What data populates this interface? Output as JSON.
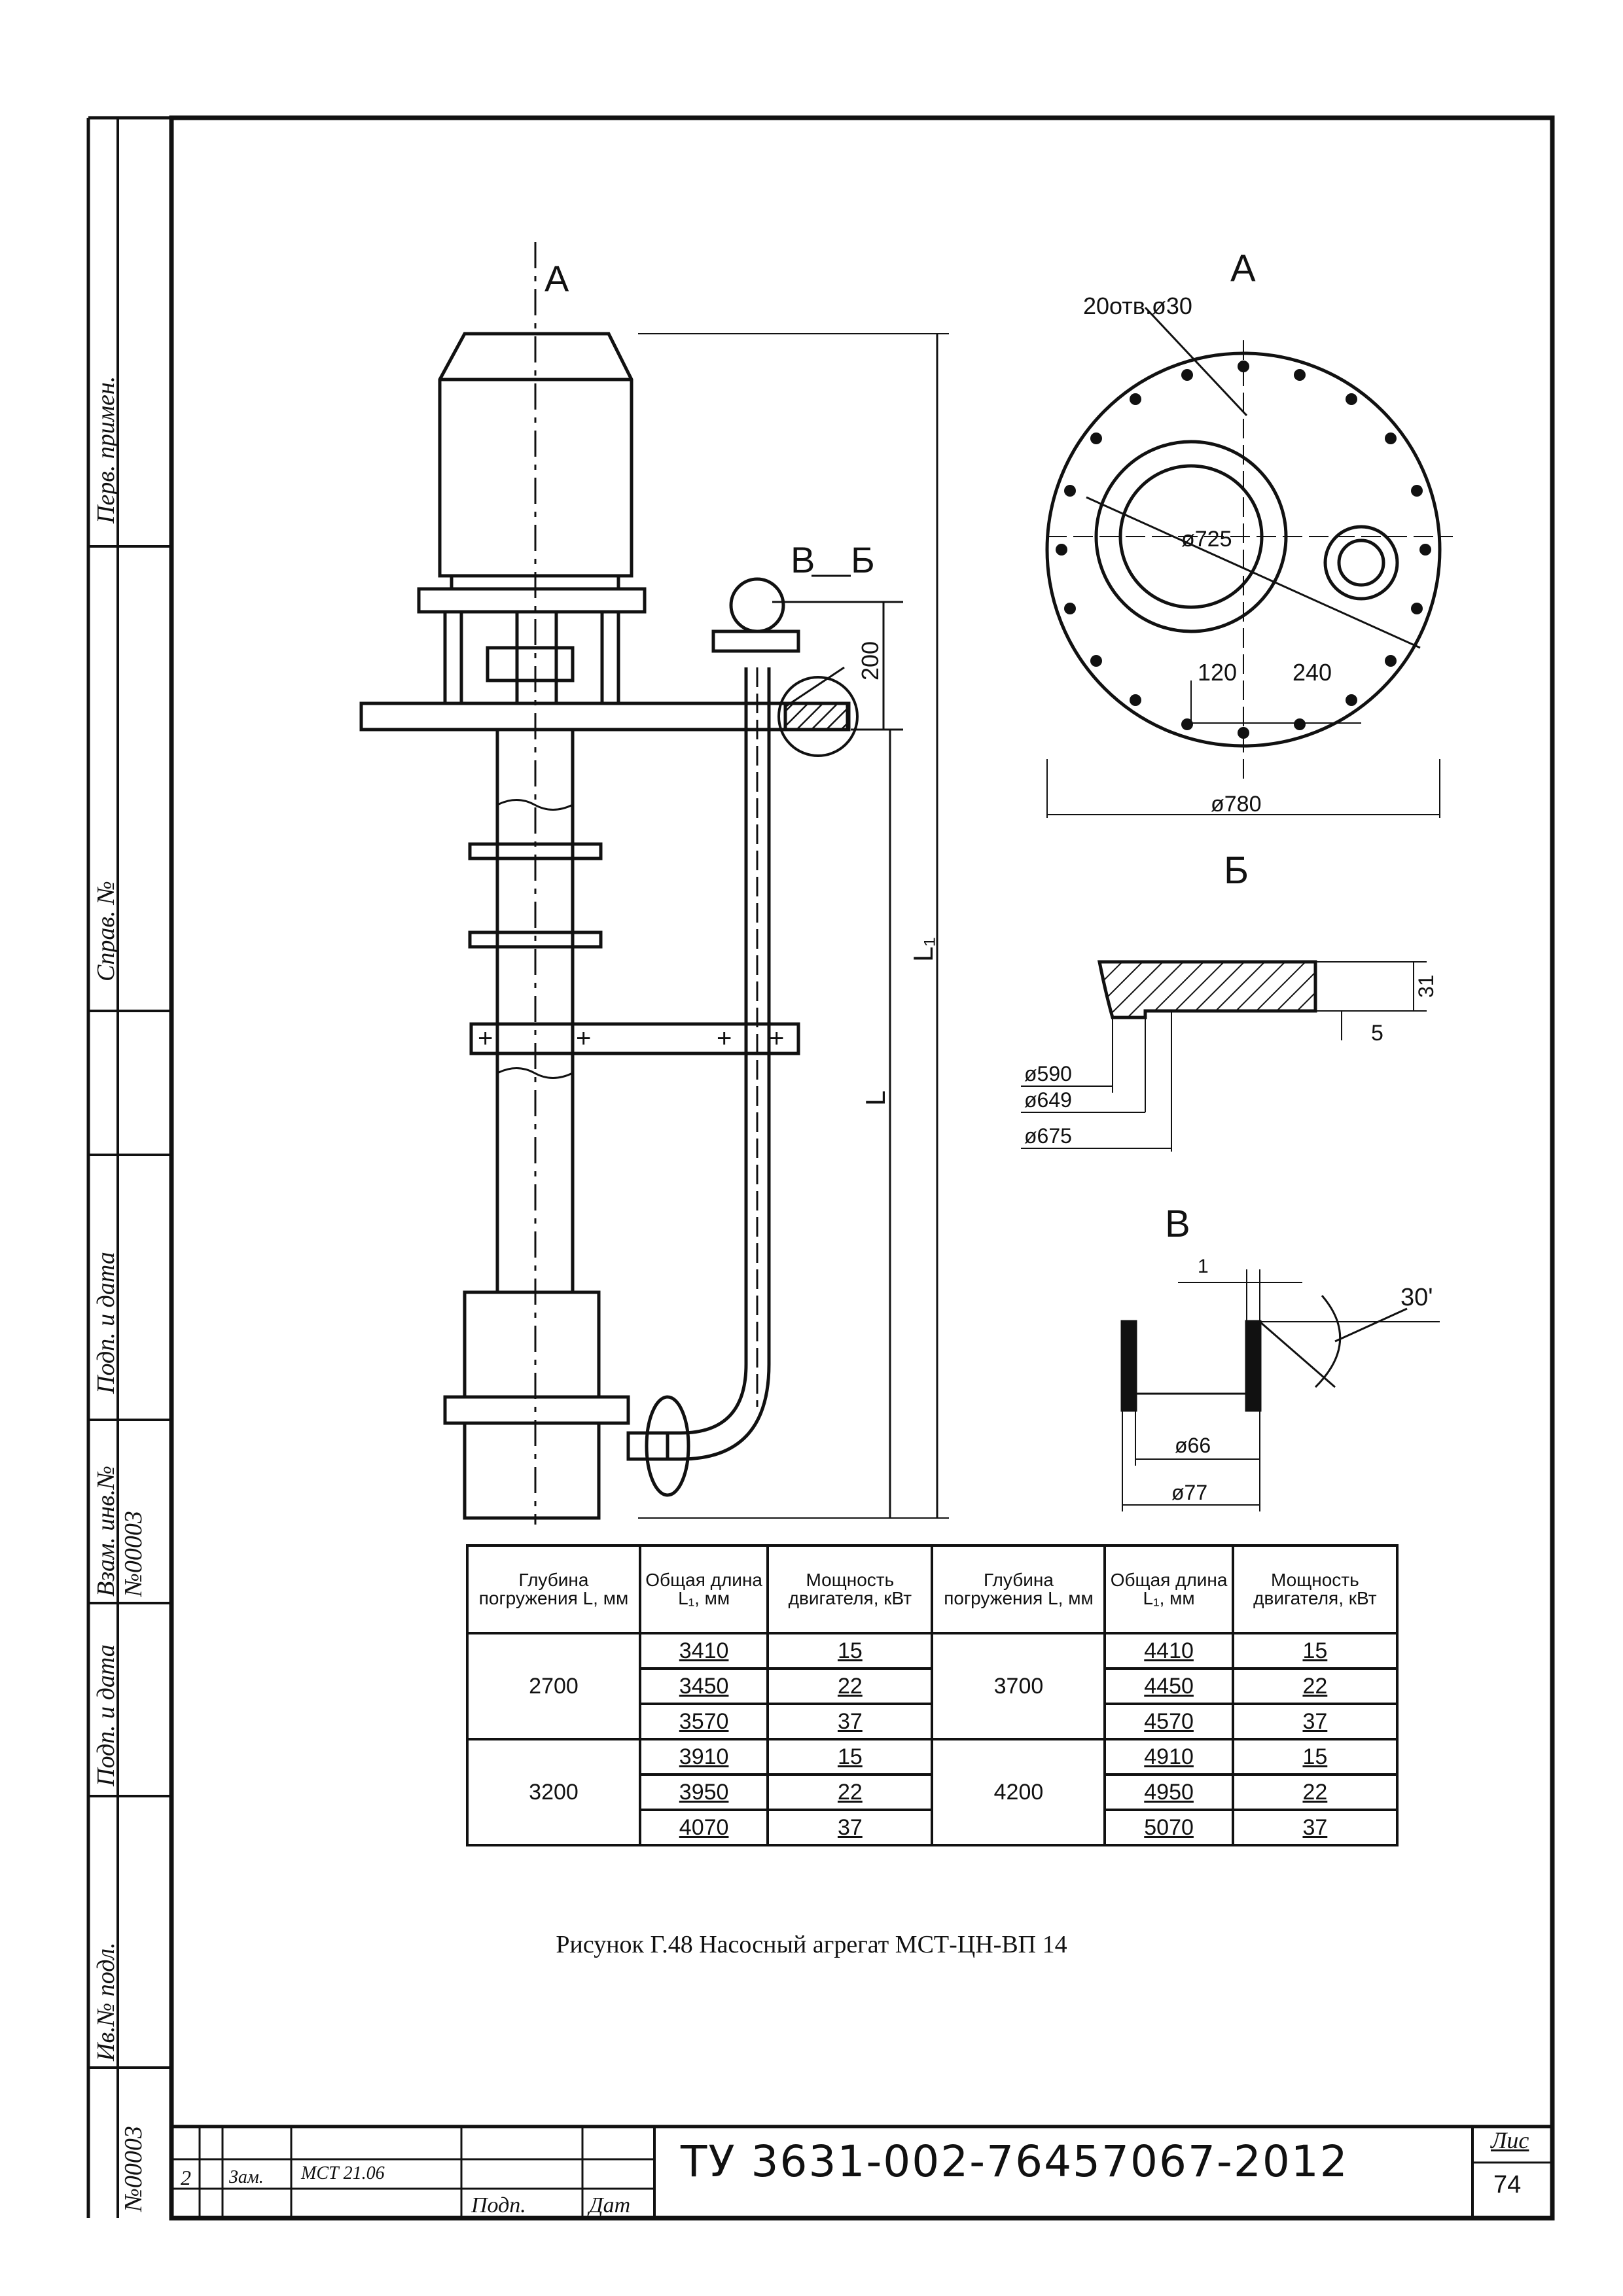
{
  "side_stamps": {
    "perv_primen": "Перв. примен.",
    "sprav_no": "Справ. №",
    "podp_data_1": "Подп. и дата",
    "vzam_inv": "Взам. инв.№",
    "vzam_inv_value": "№00003",
    "podp_data_2": "Подп. и дата",
    "inv_podl": "Ив.№ подл.",
    "inv_podl_value": "№00003"
  },
  "drawing": {
    "view_a_label": "А",
    "label_v": "В",
    "label_b": "Б",
    "dim_200": "200",
    "dim_L1": "L₁",
    "dim_L": "L",
    "view_a_title": "А",
    "holes": "20отв.ø30",
    "d725": "ø725",
    "d120": "120",
    "d240": "240",
    "d780": "ø780",
    "detail_b_title": "Б",
    "d31": "31",
    "d5": "5",
    "d590": "ø590",
    "d649": "ø649",
    "d675": "ø675",
    "detail_v_title": "В",
    "d1": "1",
    "angle30": "30'",
    "d66": "ø66",
    "d77": "ø77"
  },
  "table": {
    "headers": [
      "Глубина погружения L, мм",
      "Общая длина L₁, мм",
      "Мощность двигателя, кВт",
      "Глубина погружения L, мм",
      "Общая длина L₁, мм",
      "Мощность двигателя, кВт"
    ],
    "groups": [
      {
        "depth_a": "2700",
        "depth_b": "3700",
        "rows": [
          [
            "3410",
            "15",
            "4410",
            "15"
          ],
          [
            "3450",
            "22",
            "4450",
            "22"
          ],
          [
            "3570",
            "37",
            "4570",
            "37"
          ]
        ]
      },
      {
        "depth_a": "3200",
        "depth_b": "4200",
        "rows": [
          [
            "3910",
            "15",
            "4910",
            "15"
          ],
          [
            "3950",
            "22",
            "4950",
            "22"
          ],
          [
            "4070",
            "37",
            "5070",
            "37"
          ]
        ]
      }
    ]
  },
  "caption": "Рисунок Г.48 Насосный агрегат МСТ-ЦН-ВП 14",
  "title_block": {
    "rev": "2",
    "change": "Зам.",
    "doc": "МСТ 21.06",
    "podp": "Подп.",
    "data": "Дат",
    "code": "ТУ 3631-002-76457067-2012",
    "list_label": "Лис",
    "sheet": "74"
  }
}
